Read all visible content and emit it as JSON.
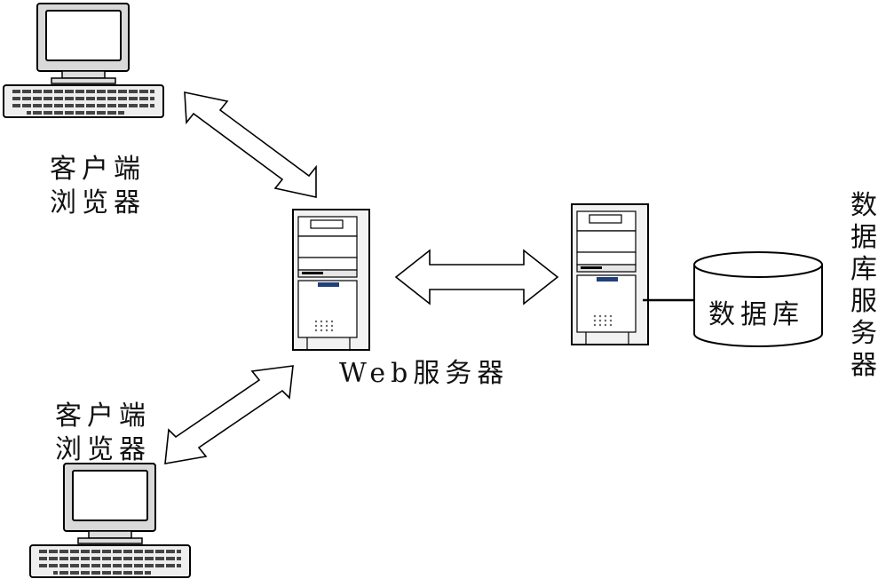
{
  "labels": {
    "client_top_line1": "客户端",
    "client_top_line2": "浏览器",
    "client_bottom_line1": "客户端",
    "client_bottom_line2": "浏览器",
    "web_server": "Web服务器",
    "database": "数据库",
    "db_server": "数据库服务器"
  },
  "colors": {
    "stroke": "#000000",
    "monitor_bezel": "#d9d9d9",
    "server_body": "#f2f2f2",
    "server_panel": "#e6e6e6",
    "server_badge": "#1f3f7a",
    "fill": "#ffffff"
  },
  "icons": [
    "computer-icon",
    "server-icon",
    "database-icon",
    "double-arrow-icon"
  ]
}
